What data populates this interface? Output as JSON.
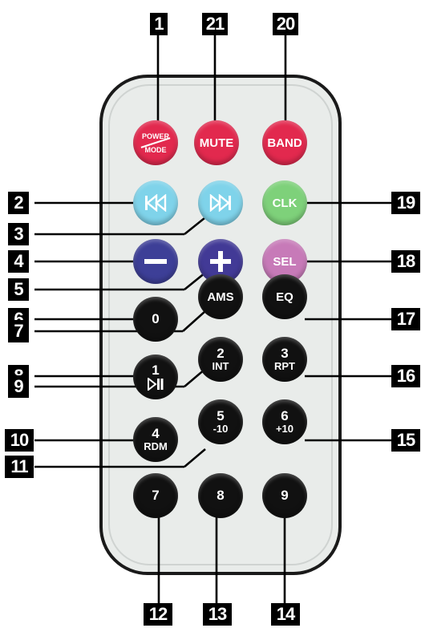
{
  "colors": {
    "red": "#e2294e",
    "light_blue": "#7fd3ea",
    "green": "#7ed17a",
    "navy": "#3d3f97",
    "purple": "#423a96",
    "pink": "#c77ab8",
    "black": "#111111",
    "label_box": "#000000"
  },
  "callout_labels": {
    "l1": "1",
    "l2": "2",
    "l3": "3",
    "l4": "4",
    "l5": "5",
    "l6": "6",
    "l7": "7",
    "l8": "8",
    "l9": "9",
    "l10": "10",
    "l11": "11",
    "l12": "12",
    "l13": "13",
    "l14": "14",
    "l15": "15",
    "l16": "16",
    "l17": "17",
    "l18": "18",
    "l19": "19",
    "l20": "20",
    "l21": "21"
  },
  "buttons": {
    "power": {
      "top": "POWER",
      "bottom": "MODE"
    },
    "mute": "MUTE",
    "band": "BAND",
    "prev_icon": "skip-previous-icon",
    "next_icon": "skip-next-icon",
    "clk": "CLK",
    "minus_icon": "minus-icon",
    "plus_icon": "plus-icon",
    "sel": "SEL",
    "zero": "0",
    "ams": "AMS",
    "eq": "EQ",
    "one": {
      "main": "1",
      "icon": "play-pause-icon"
    },
    "two": {
      "main": "2",
      "sub": "INT"
    },
    "three": {
      "main": "3",
      "sub": "RPT"
    },
    "four": {
      "main": "4",
      "sub": "RDM"
    },
    "five": {
      "main": "5",
      "sub": "-10"
    },
    "six": {
      "main": "6",
      "sub": "+10"
    },
    "seven": "7",
    "eight": "8",
    "nine": "9"
  }
}
